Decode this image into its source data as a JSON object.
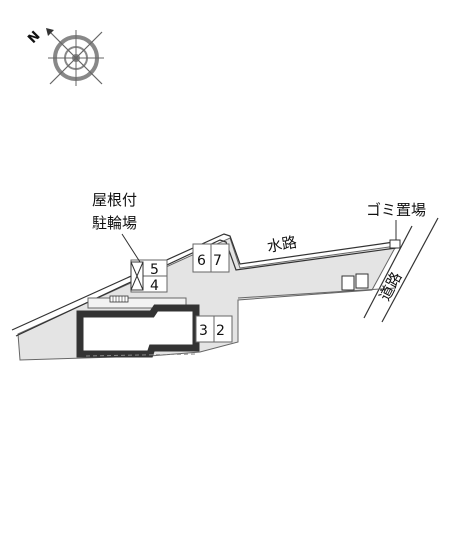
{
  "compass": {
    "icon": "compass-rose-icon",
    "north_label": "N"
  },
  "labels": {
    "covered_bicycle_parking_line1": "屋根付",
    "covered_bicycle_parking_line2": "駐輪場",
    "waterway": "水路",
    "garbage_area": "ゴミ置場",
    "road": "道路"
  },
  "parking_numbers": {
    "bike_top": "5",
    "bike_bottom": "4",
    "upper_left": "6",
    "upper_right": "7",
    "lower_left": "3",
    "lower_right": "2"
  },
  "colors": {
    "site_fill": "#e4e4e4",
    "outline": "#333333",
    "building_border": "#333333"
  }
}
